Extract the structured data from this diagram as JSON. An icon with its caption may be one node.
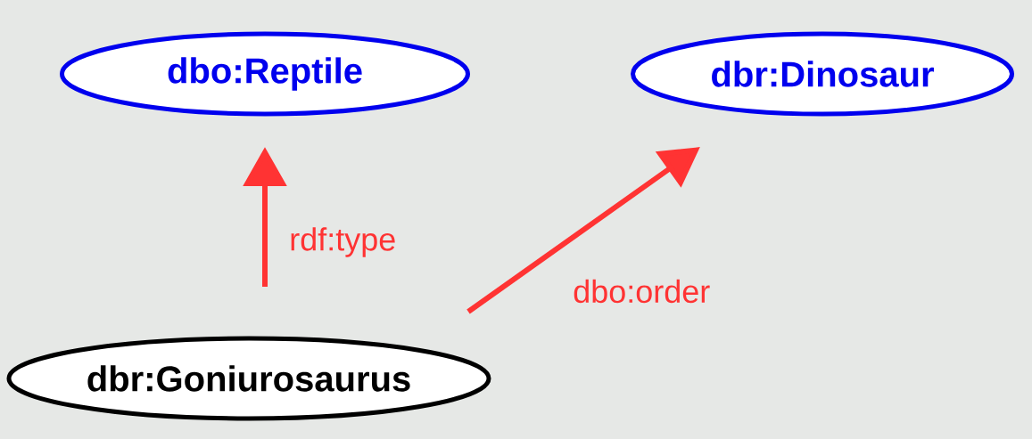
{
  "diagram": {
    "nodes": [
      {
        "text": [
          "dbo:Reptile"
        ]
      },
      {
        "text": [
          "dbr:Dinosaur"
        ]
      },
      {
        "text": [
          "dbr:Goniurosaurus"
        ]
      }
    ],
    "edges": [
      {
        "from": 2,
        "to": 0,
        "arrow": "to",
        "label": "rdf:type"
      },
      {
        "from": 2,
        "to": 1,
        "arrow": "to",
        "label": "dbo:order"
      }
    ]
  }
}
